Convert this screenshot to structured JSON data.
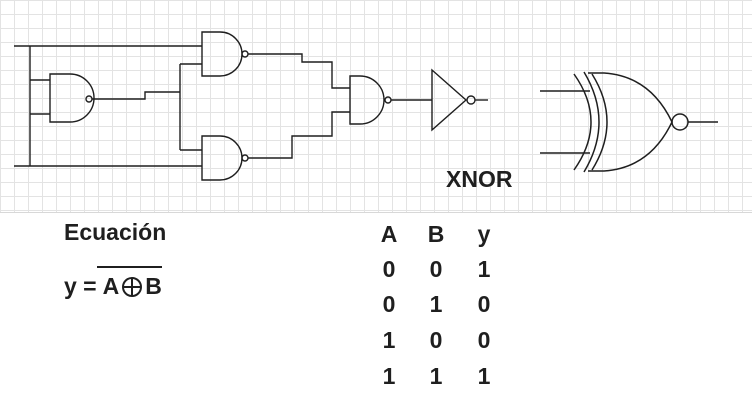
{
  "diagram": {
    "gate_label": "XNOR",
    "equation_title": "Ecuación",
    "equation": {
      "lhs": "y =",
      "var_a": "A",
      "var_b": "B"
    },
    "truth_table": {
      "headers": [
        "A",
        "B",
        "y"
      ],
      "rows": [
        [
          "0",
          "0",
          "1"
        ],
        [
          "0",
          "1",
          "0"
        ],
        [
          "1",
          "0",
          "0"
        ],
        [
          "1",
          "1",
          "1"
        ]
      ]
    },
    "colors": {
      "ink": "#1f1f1f",
      "grid": "#e3e3e3"
    }
  }
}
